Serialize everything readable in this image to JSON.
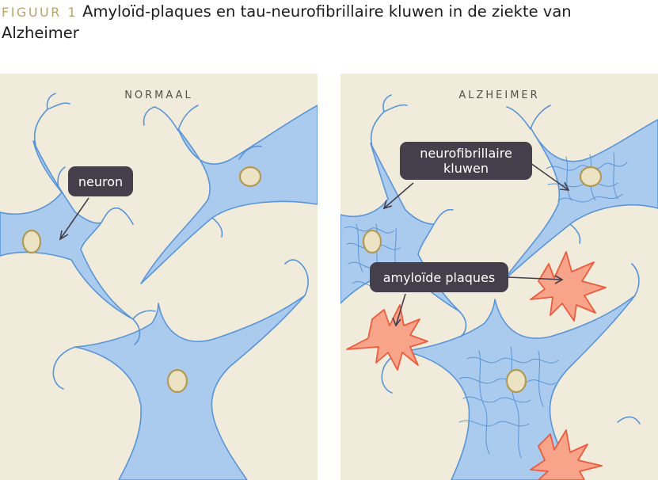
{
  "caption": {
    "figure_label": "FIGUUR 1",
    "title": "Amyloïd-plaques en tau-neurofibrillaire kluwen in de ziekte van Alzheimer"
  },
  "panels": {
    "normal": {
      "title": "NORMAAL",
      "labels": {
        "neuron": "neuron"
      }
    },
    "alzheimer": {
      "title": "ALZHEIMER",
      "labels": {
        "tangles_line1": "neurofibrillaire",
        "tangles_line2": "kluwen",
        "plaques": "amyloïde plaques"
      }
    }
  },
  "colors": {
    "background": "#f1ebdc",
    "neuron_fill": "#aacbee",
    "neuron_stroke": "#5a95d6",
    "nucleus_fill": "#ebe3c4",
    "nucleus_stroke": "#b39a54",
    "plaque_fill": "#f8a48a",
    "plaque_stroke": "#ee5b3c",
    "label_bg": "#443f4a",
    "caption_accent": "#b8a46a"
  }
}
